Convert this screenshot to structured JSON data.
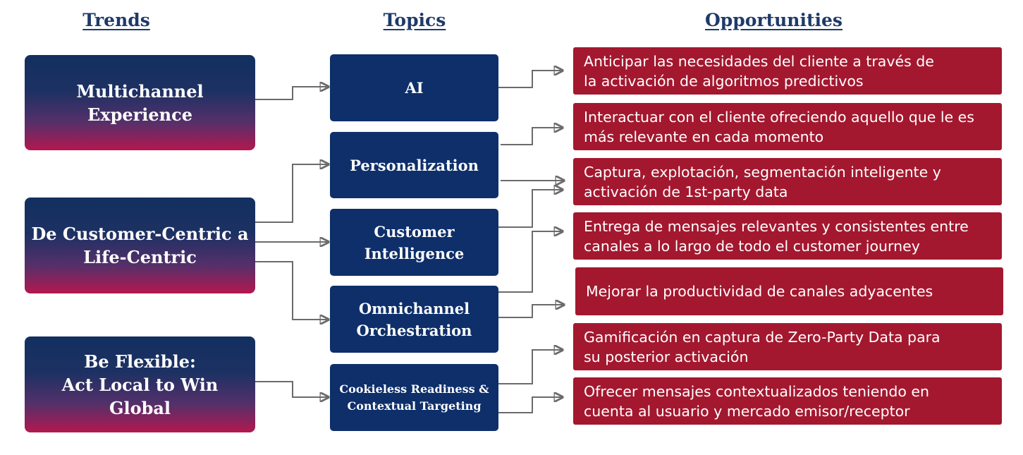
{
  "headings": {
    "trends": "Trends",
    "topics": "Topics",
    "opportunities": "Opportunities"
  },
  "trends": [
    {
      "line1": "Multichannel",
      "line2": "Experience"
    },
    {
      "line1": "De Customer-Centric a",
      "line2": "Life-Centric"
    },
    {
      "line1": "Be Flexible:",
      "line2": "Act Local to Win Global"
    }
  ],
  "topics": [
    {
      "line1": "AI",
      "line2": ""
    },
    {
      "line1": "Personalization",
      "line2": ""
    },
    {
      "line1": "Customer",
      "line2": "Intelligence"
    },
    {
      "line1": "Omnichannel",
      "line2": "Orchestration"
    },
    {
      "line1": "Cookieless Readiness &",
      "line2": "Contextual Targeting"
    }
  ],
  "opportunities": [
    {
      "line1": "Anticipar las necesidades del cliente a través de",
      "line2": "la activación de algoritmos predictivos"
    },
    {
      "line1": "Interactuar con el cliente ofreciendo aquello que le es",
      "line2": "más relevante en cada momento"
    },
    {
      "line1": "Captura, explotación, segmentación inteligente y",
      "line2": "activación de 1st-party data"
    },
    {
      "line1": "Entrega de mensajes relevantes y consistentes entre",
      "line2": "canales a lo largo de todo el customer journey"
    },
    {
      "line1": "Mejorar la productividad de canales adyacentes",
      "line2": ""
    },
    {
      "line1": "Gamificación en captura de Zero-Party Data para",
      "line2": "su posterior activación"
    },
    {
      "line1": "Ofrecer mensajes contextualizados teniendo en",
      "line2": "cuenta al usuario y mercado emisor/receptor"
    }
  ],
  "colors": {
    "heading": "#1e3a6a",
    "topic_fill": "#0e2f6a",
    "opportunity_fill": "#a3182f",
    "trend_gradient_top": "#12305f",
    "trend_gradient_bottom": "#b3184f",
    "connector": "#6b6b6b"
  }
}
